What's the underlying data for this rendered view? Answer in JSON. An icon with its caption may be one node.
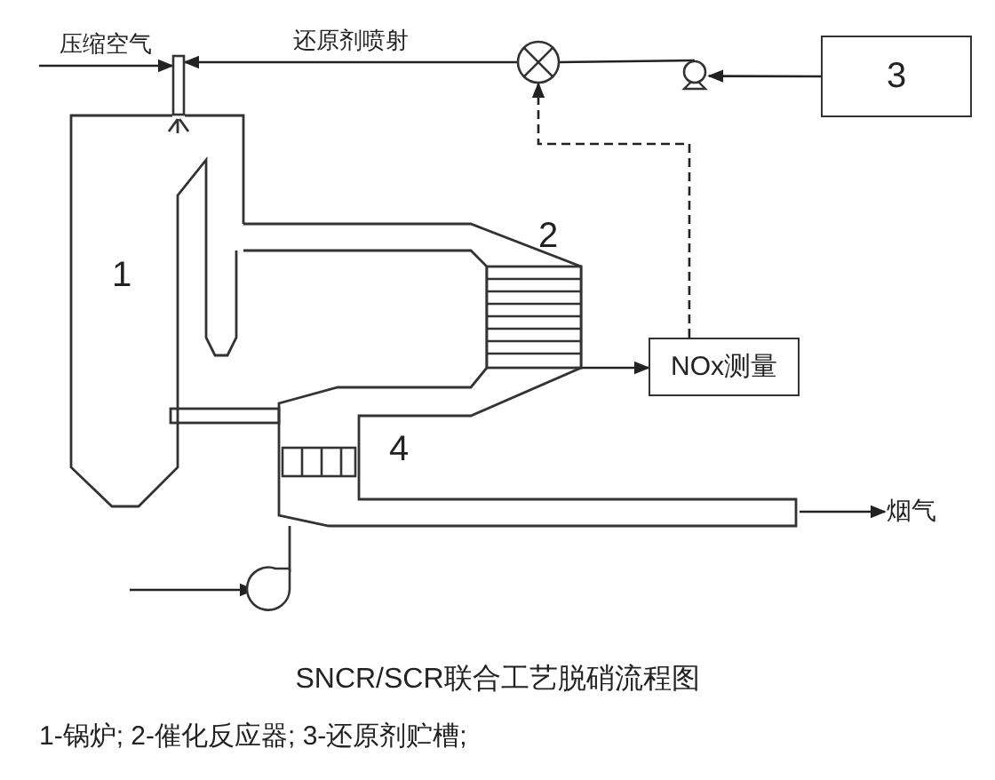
{
  "diagram": {
    "title": "SNCR/SCR联合工艺脱硝流程图",
    "caption": "1-锅炉; 2-催化反应器; 3-还原剂贮槽;",
    "nodes": [
      {
        "text": [],
        "shape": "box"
      },
      {
        "text": [],
        "shape": "circle"
      },
      {
        "text": [],
        "shape": "pump"
      },
      {
        "text": [
          "3"
        ]
      },
      {
        "text": [
          "NOx测量"
        ]
      },
      {
        "text": [
          "1"
        ]
      },
      {
        "text": [
          "2"
        ]
      },
      {
        "text": [
          "4"
        ]
      },
      {
        "text": [],
        "shape": "fan"
      },
      {
        "text": [
          "烟气"
        ]
      }
    ],
    "edges": [
      {
        "from": null,
        "to": 0,
        "arrow": "to",
        "label": "压缩空气"
      },
      {
        "from": 1,
        "to": 0,
        "arrow": "to",
        "label": "还原剂喷射"
      },
      {
        "from": 2,
        "to": 1,
        "arrow": "none"
      },
      {
        "from": 3,
        "to": 2,
        "arrow": "to"
      },
      {
        "from": 4,
        "to": 1,
        "arrow": "to",
        "style": "dashed"
      },
      {
        "from": 6,
        "to": 4,
        "arrow": "to"
      },
      {
        "from": null,
        "to": 9,
        "arrow": "to"
      },
      {
        "from": null,
        "to": 8,
        "arrow": "to"
      }
    ]
  }
}
